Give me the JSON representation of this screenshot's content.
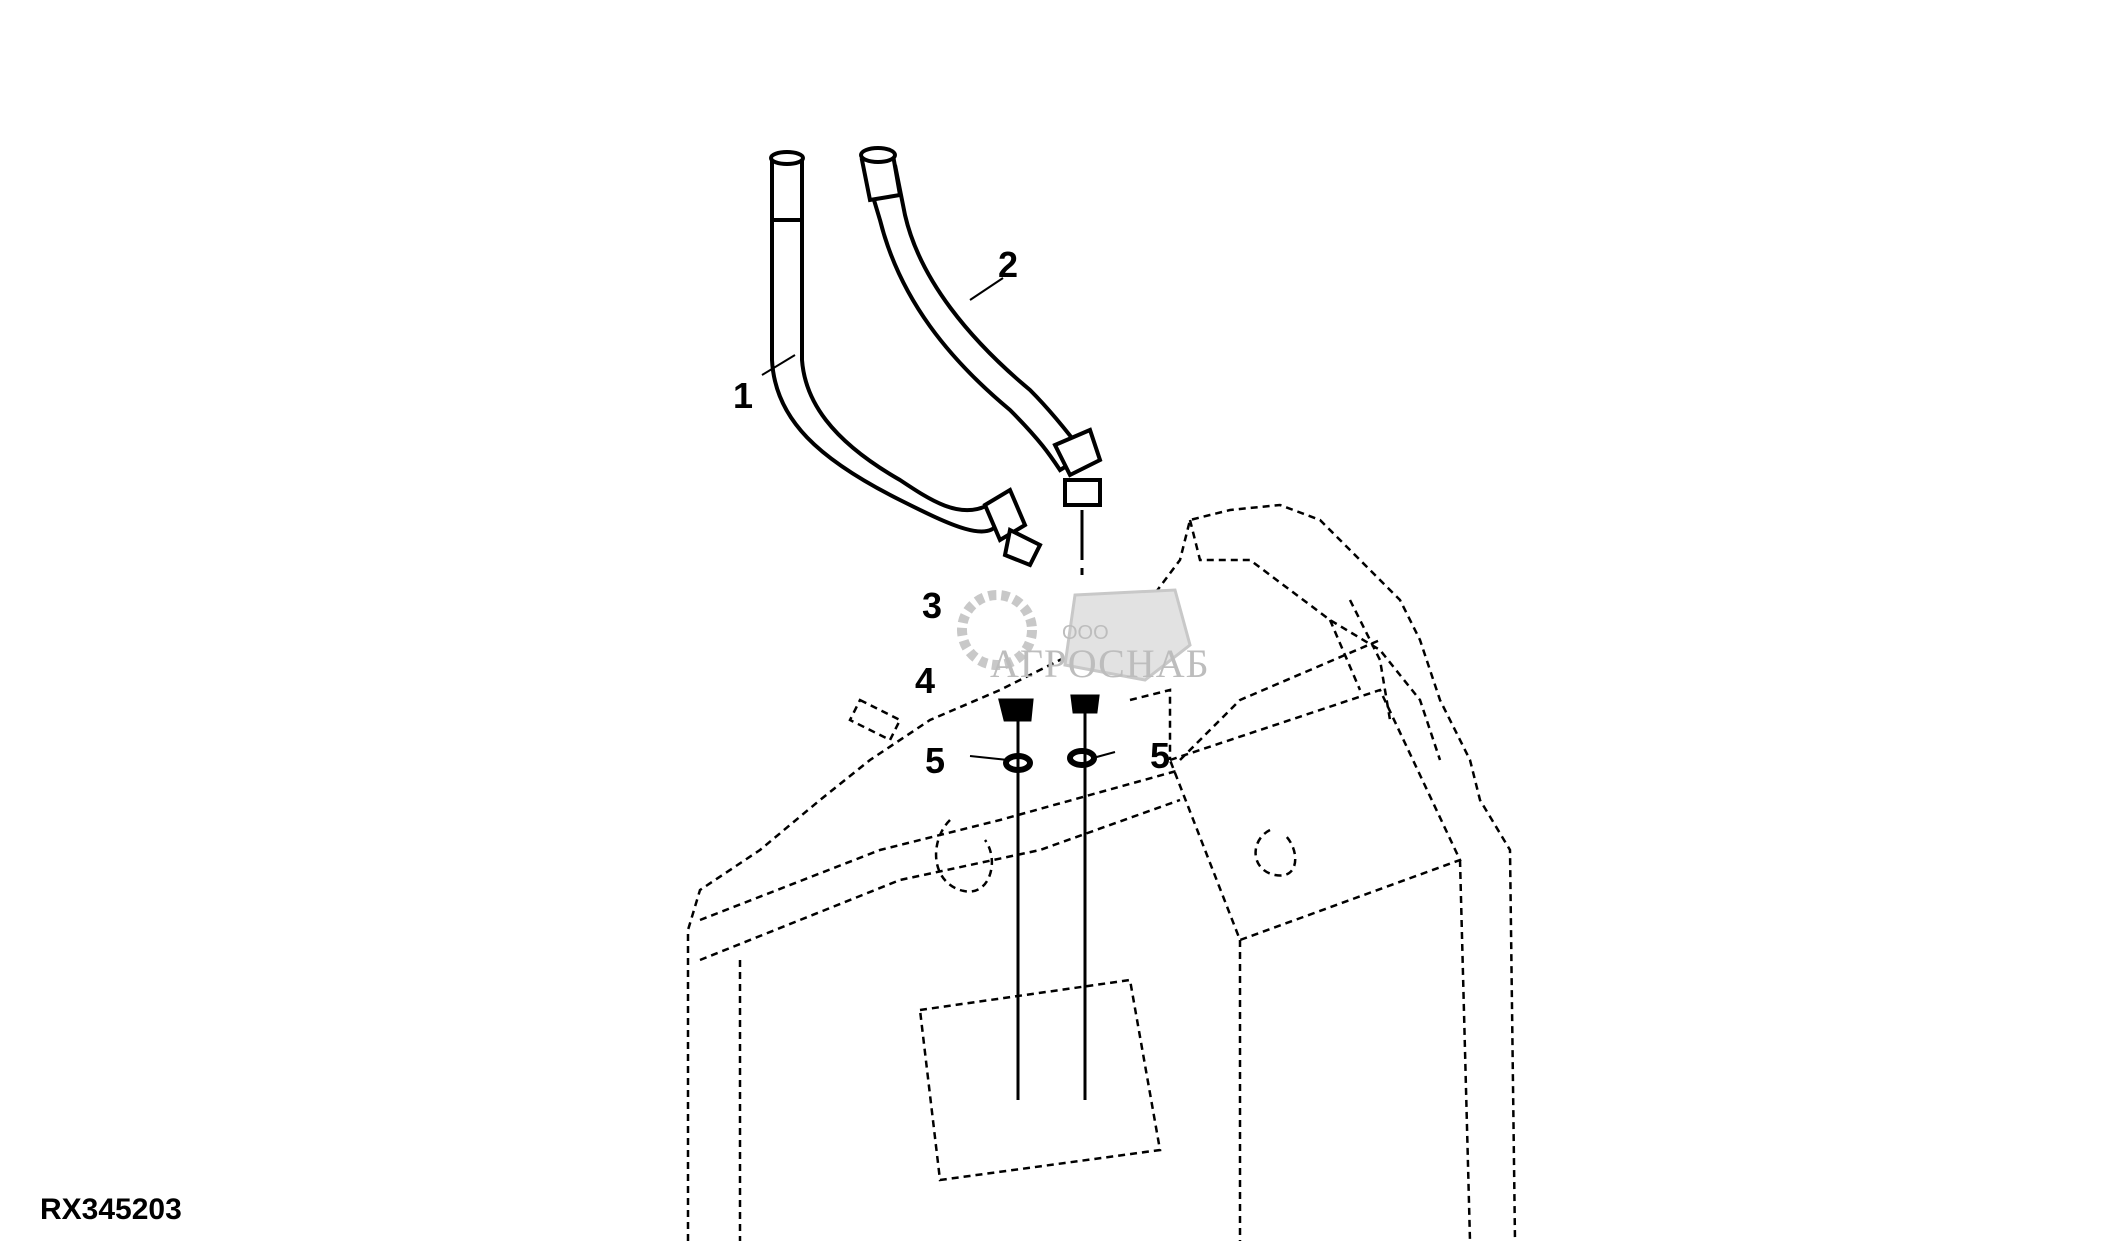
{
  "diagram": {
    "figure_id": "RX345203",
    "callouts": [
      {
        "id": "1",
        "label": "1",
        "part": "hose-1"
      },
      {
        "id": "2",
        "label": "2",
        "part": "hose-2"
      },
      {
        "id": "3",
        "label": "3",
        "part": "elbow-fitting"
      },
      {
        "id": "4",
        "label": "4",
        "part": "adapter-fitting"
      },
      {
        "id": "5a",
        "label": "5",
        "part": "o-ring-left"
      },
      {
        "id": "5b",
        "label": "5",
        "part": "o-ring-right"
      }
    ]
  },
  "watermark": {
    "prefix": "ООО",
    "name": "АГРОСНАБ",
    "color": "#bdbdbd"
  },
  "colors": {
    "line": "#000000",
    "background": "#ffffff"
  }
}
